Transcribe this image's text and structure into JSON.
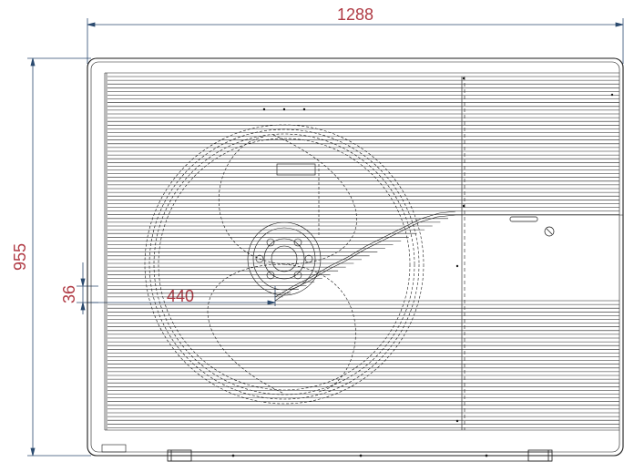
{
  "dimensions": {
    "width_label": "1288",
    "height_label": "955",
    "gap_label": "36",
    "offset_label": "440"
  },
  "colors": {
    "line": "#1a1a1a",
    "dimension_line": "#2b4a6f",
    "dimension_text": "#b03a44",
    "background": "#ffffff"
  }
}
